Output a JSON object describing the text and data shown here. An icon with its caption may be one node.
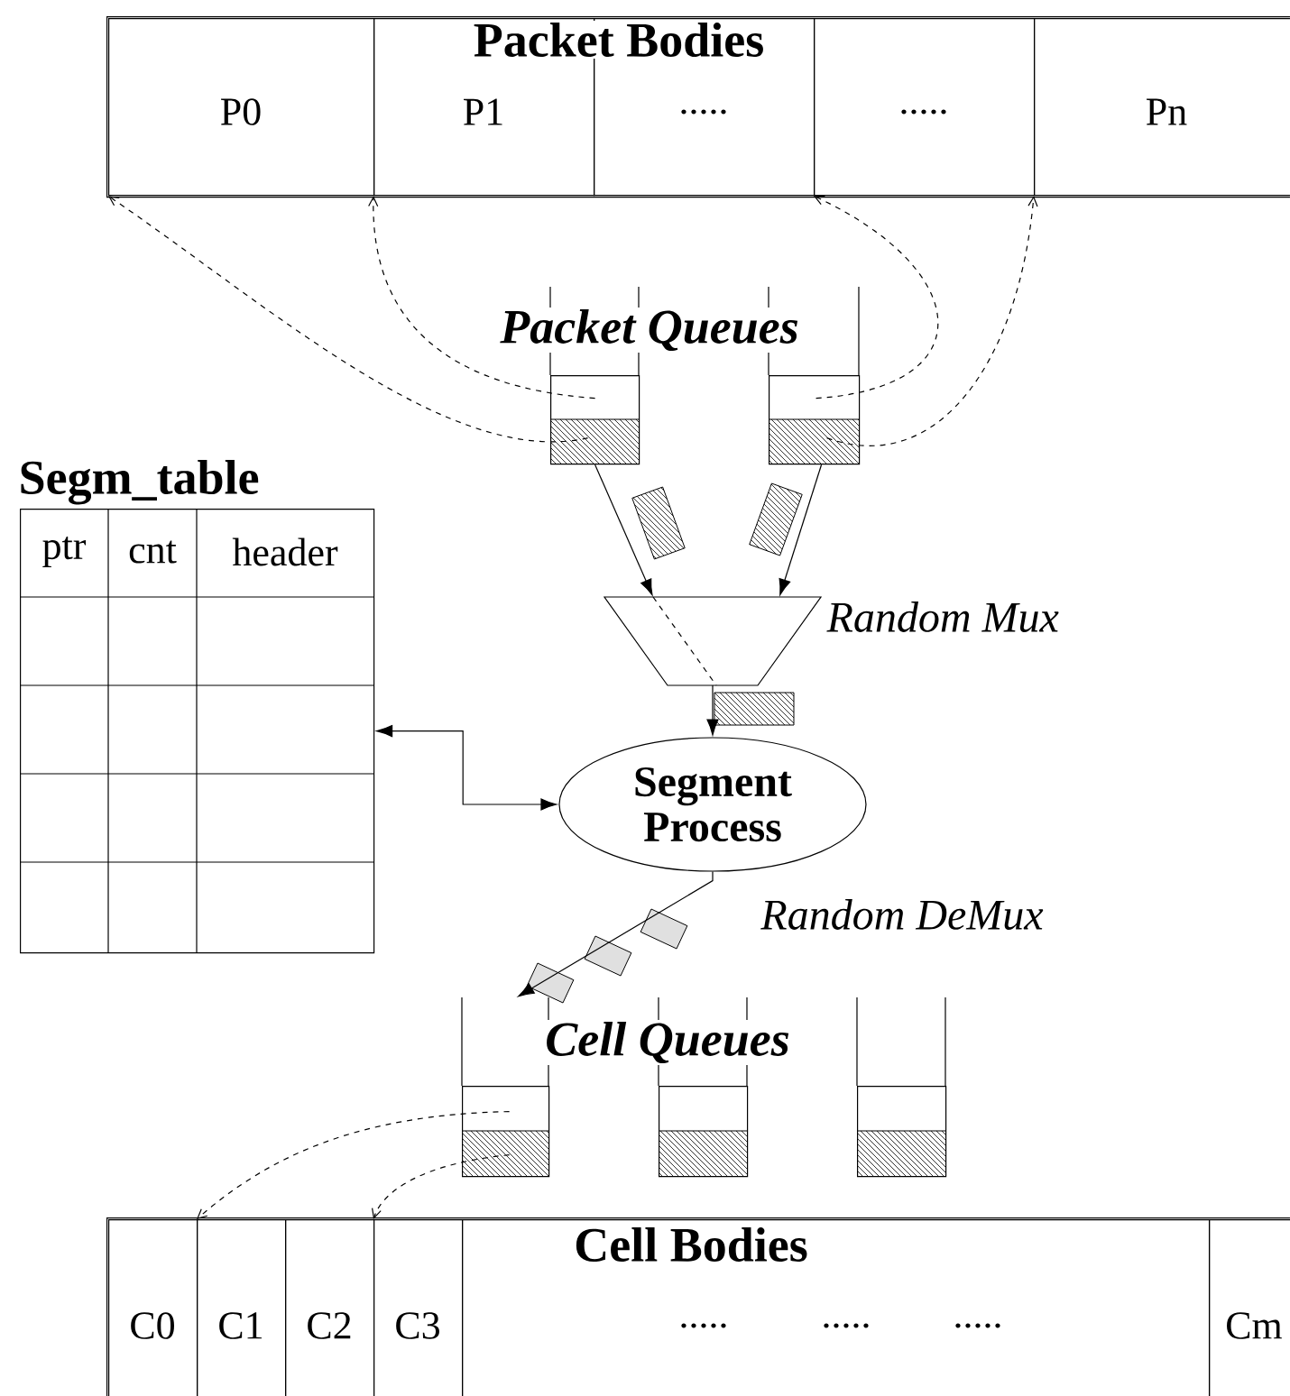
{
  "diagram": {
    "nodes": [
      {
        "text": [],
        "shape": "bar"
      },
      {
        "text": [
          "P0"
        ],
        "in": 0
      },
      {
        "text": [
          "P1"
        ],
        "in": 0
      },
      {
        "text": [
          "....."
        ],
        "in": 0
      },
      {
        "text": [
          "....."
        ],
        "in": 0
      },
      {
        "text": [
          "Pn"
        ],
        "in": 0
      },
      {
        "text": [],
        "shape": "box"
      },
      {
        "text": [],
        "shape": "box"
      },
      {
        "text": [],
        "shape": "trapezoid",
        "beside": [
          "Random Mux"
        ]
      },
      {
        "text": [
          "Segm_table"
        ]
      },
      {
        "text": [
          "Segment Process"
        ]
      },
      {
        "text": [],
        "shape": "box"
      },
      {
        "text": [],
        "shape": "box"
      },
      {
        "text": [],
        "shape": "box"
      },
      {
        "text": [],
        "shape": "bar"
      },
      {
        "text": [
          "C0"
        ],
        "in": 14
      },
      {
        "text": [
          "C1"
        ],
        "in": 14
      },
      {
        "text": [
          "C2"
        ],
        "in": 14
      },
      {
        "text": [
          "C3"
        ],
        "in": 14
      },
      {
        "text": [
          ".....",
          ".....",
          "....."
        ],
        "in": 14
      },
      {
        "text": [
          "Cm"
        ],
        "in": 14
      }
    ],
    "edges": [
      {
        "from": 6,
        "to": 1,
        "arrow": "to",
        "style": "dashed"
      },
      {
        "from": 6,
        "to": 2,
        "arrow": "to",
        "style": "dashed"
      },
      {
        "from": 7,
        "to": 4,
        "arrow": "to",
        "style": "dashed"
      },
      {
        "from": 7,
        "to": 5,
        "arrow": "to",
        "style": "dashed"
      },
      {
        "from": 6,
        "to": 8,
        "arrow": "to"
      },
      {
        "from": 7,
        "to": 8,
        "arrow": "to"
      },
      {
        "from": 8,
        "to": 10,
        "arrow": "to"
      },
      {
        "from": 10,
        "to": 9,
        "arrow": "both"
      },
      {
        "from": 10,
        "to": 11,
        "arrow": "to",
        "label": "Random DeMux"
      },
      {
        "from": 11,
        "to": 16,
        "arrow": "to",
        "style": "dashed"
      },
      {
        "from": 11,
        "to": 18,
        "arrow": "to",
        "style": "dashed"
      }
    ],
    "labels": [
      "Packet Bodies",
      "Packet Queues",
      "ptr",
      "cnt",
      "header",
      "Cell Queues",
      "Cell Bodies"
    ]
  }
}
